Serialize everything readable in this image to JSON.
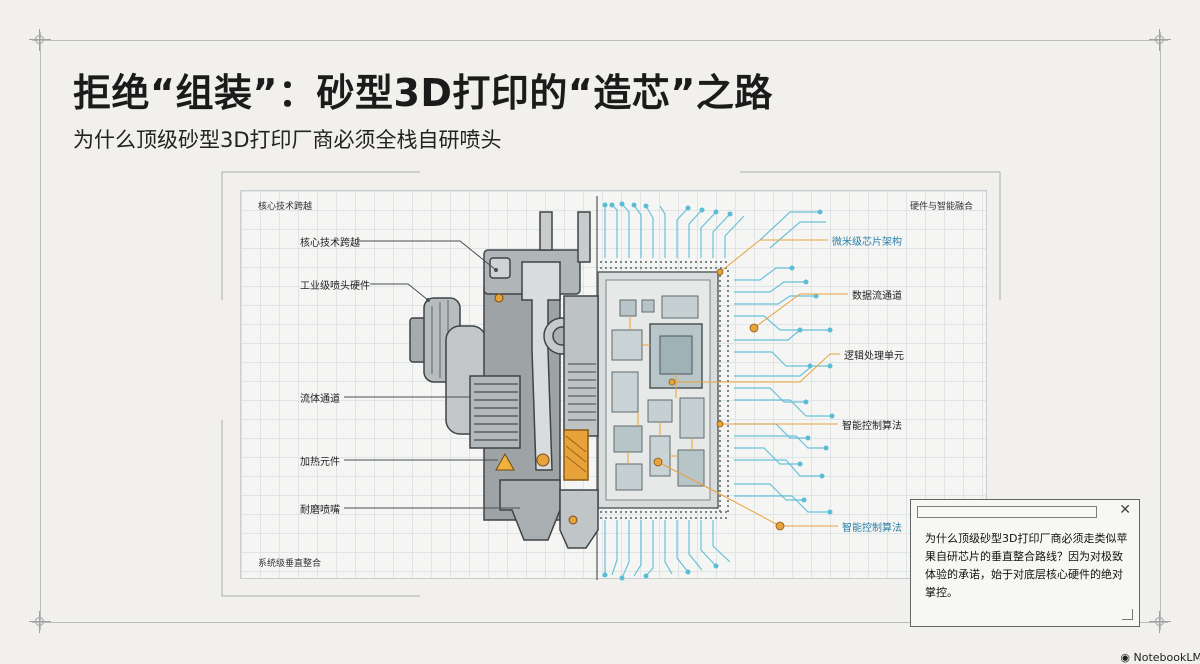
{
  "header": {
    "title": "拒绝“组装”：砂型3D打印的“造芯”之路",
    "subtitle": "为什么顶级砂型3D打印厂商必须全栈自研喷头"
  },
  "diagram": {
    "corner_top_left": "核心技术跨越",
    "corner_top_right": "硬件与智能融合",
    "corner_bottom_left": "系统级垂直整合",
    "left_labels": [
      "核心技术跨越",
      "工业级喷头硬件",
      "流体通道",
      "加热元件",
      "耐磨喷嘴"
    ],
    "right_labels": [
      "微米级芯片架构",
      "数据流通道",
      "逻辑处理单元",
      "智能控制算法",
      "智能控制算法"
    ]
  },
  "callout": {
    "text": "为什么顶级砂型3D打印厂商必须走类似苹果自研芯片的垂直整合路线？因为对极致体验的承诺，始于对底层核心硬件的绝对掌控。",
    "close_glyph": "✕"
  },
  "watermark": "NotebookLM",
  "colors": {
    "background": "#f1f0ec",
    "accent_orange": "#e8a23a",
    "circuit_cyan": "#5bbcd6",
    "metal_gray": "#8e9496"
  }
}
